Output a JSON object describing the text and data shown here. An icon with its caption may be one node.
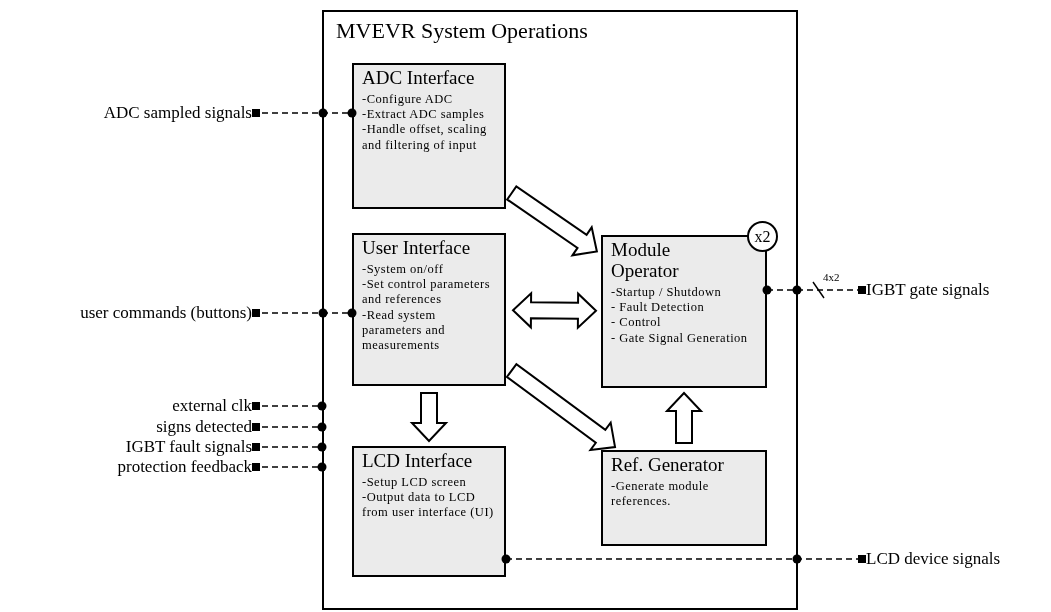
{
  "diagram": {
    "nodes": [
      {
        "text": [
          "MVEVR System Operations"
        ]
      },
      {
        "text": [
          "ADC Interface",
          "-Configure ADC",
          "-Extract ADC samples",
          "-Handle offset, scaling and filtering of input"
        ],
        "in": 0
      },
      {
        "text": [
          "User Interface",
          "-System on/off",
          "-Set control parameters and references",
          "-Read system parameters and measurements"
        ],
        "in": 0
      },
      {
        "text": [
          "Module Operator",
          "-Startup / Shutdown",
          "- Fault Detection",
          "- Control",
          "- Gate Signal Generation"
        ],
        "in": 0
      },
      {
        "text": [
          "x2"
        ],
        "in": 0
      },
      {
        "text": [
          "LCD Interface",
          "-Setup LCD screen",
          "-Output data to LCD from user interface (UI)"
        ],
        "in": 0
      },
      {
        "text": [
          "Ref. Generator",
          "-Generate module references."
        ],
        "in": 0
      },
      {
        "text": [
          "ADC sampled signals"
        ]
      },
      {
        "text": [
          "user commands (buttons)"
        ]
      },
      {
        "text": [
          "external clk"
        ]
      },
      {
        "text": [
          "signs detected"
        ]
      },
      {
        "text": [
          "IGBT fault signals"
        ]
      },
      {
        "text": [
          "protection feedback"
        ]
      },
      {
        "text": [
          "IGBT gate signals"
        ]
      },
      {
        "text": [
          "LCD device signals"
        ]
      }
    ],
    "edges": [
      {
        "from": 7,
        "to": 1,
        "arrow": "other",
        "style": "dashed"
      },
      {
        "from": 8,
        "to": 2,
        "arrow": "other",
        "style": "dashed"
      },
      {
        "from": 9,
        "to": 0,
        "arrow": "other",
        "style": "dashed"
      },
      {
        "from": 10,
        "to": 0,
        "arrow": "other",
        "style": "dashed"
      },
      {
        "from": 11,
        "to": 0,
        "arrow": "other",
        "style": "dashed"
      },
      {
        "from": 12,
        "to": 0,
        "arrow": "other",
        "style": "dashed"
      },
      {
        "from": 3,
        "to": 13,
        "arrow": "other",
        "style": "dashed",
        "label": "4x2"
      },
      {
        "from": 5,
        "to": 14,
        "arrow": "other",
        "style": "dashed"
      },
      {
        "from": 1,
        "to": 3,
        "arrow": "to",
        "style": "thick"
      },
      {
        "from": 2,
        "to": 3,
        "arrow": "both",
        "style": "thick"
      },
      {
        "from": 2,
        "to": 5,
        "arrow": "to",
        "style": "thick"
      },
      {
        "from": 2,
        "to": 6,
        "arrow": "to",
        "style": "thick"
      },
      {
        "from": 6,
        "to": 3,
        "arrow": "to",
        "style": "thick"
      }
    ]
  }
}
